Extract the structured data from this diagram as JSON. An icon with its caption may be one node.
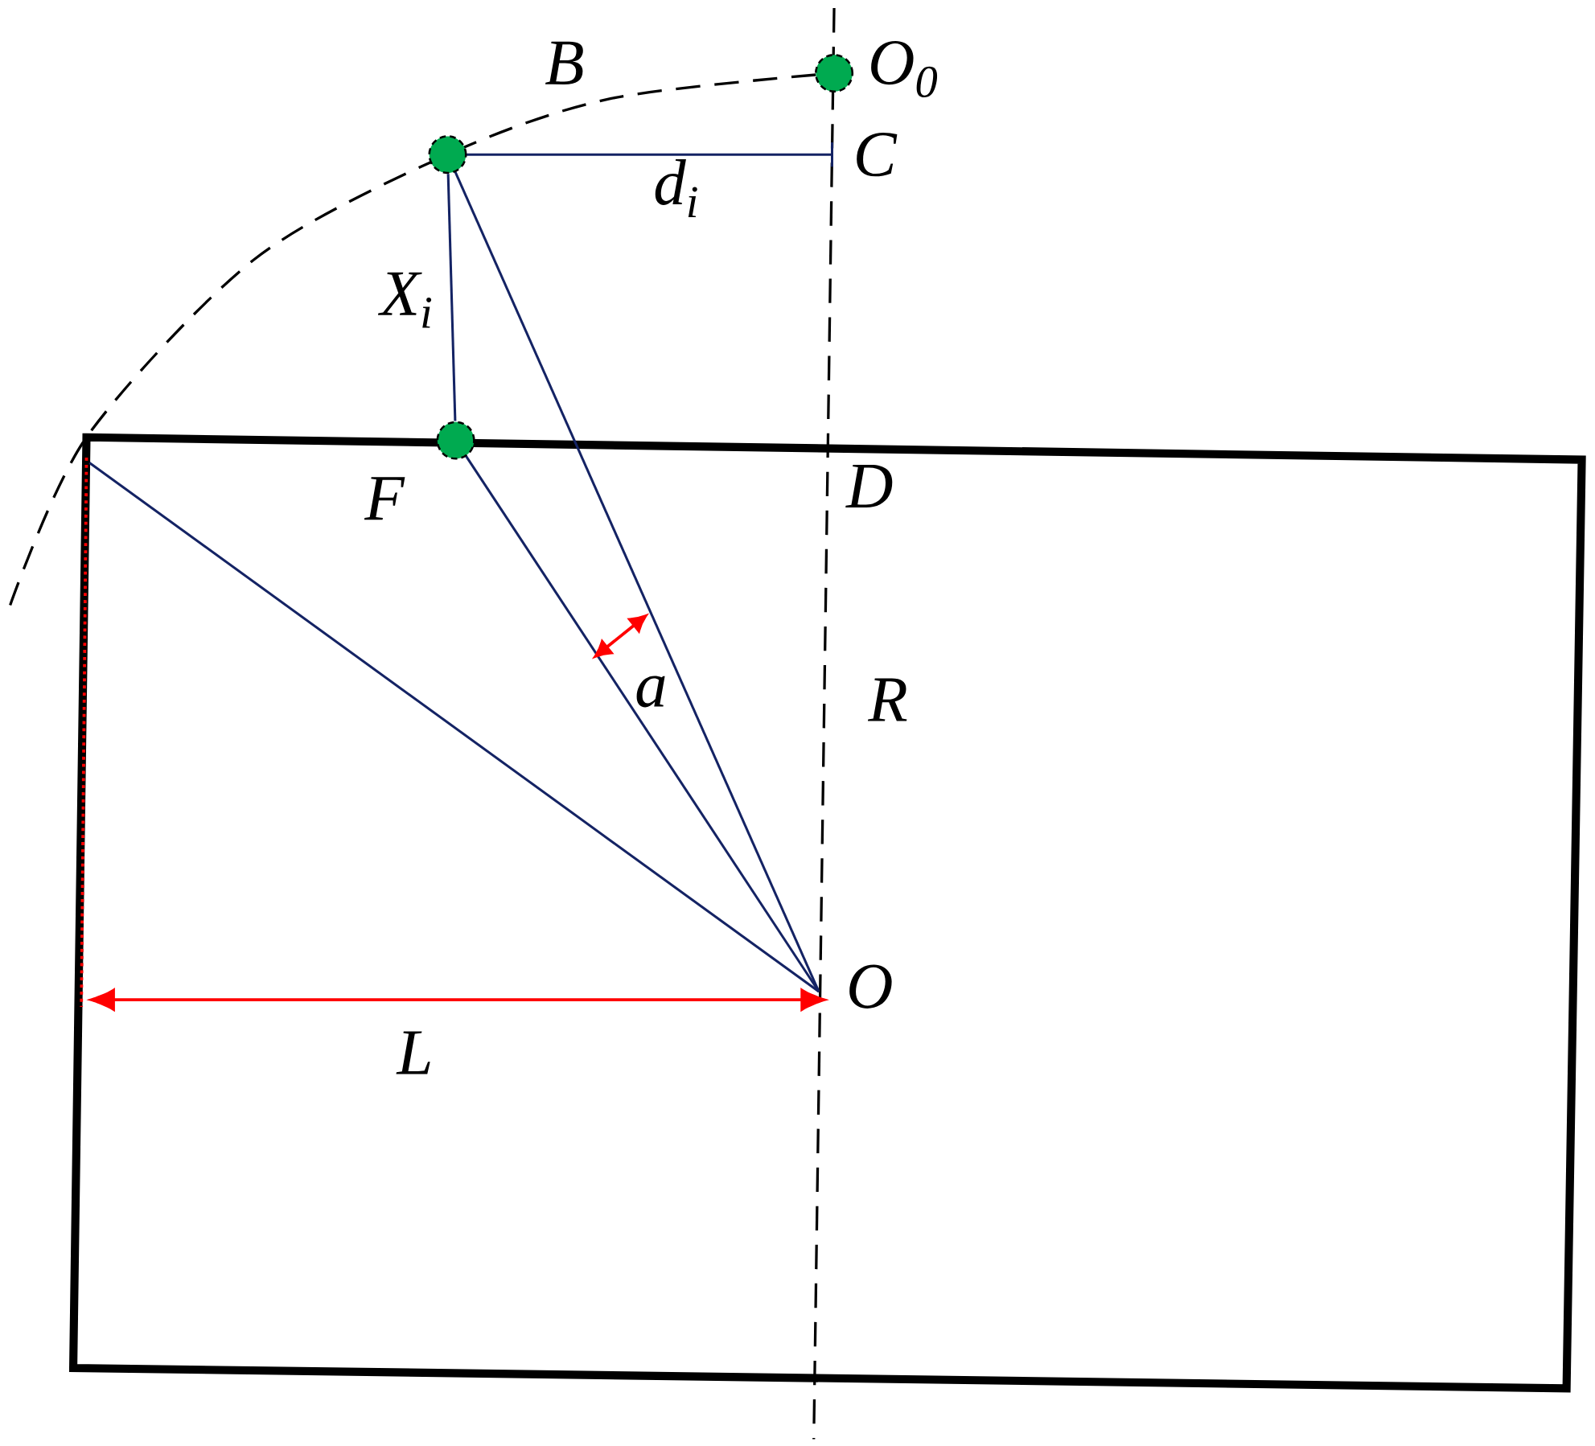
{
  "diagram": {
    "nodes": [
      {
        "text": [],
        "shape": "circle"
      },
      {
        "text": [],
        "shape": "circle"
      },
      {
        "text": [],
        "shape": "circle"
      }
    ],
    "edges": [
      {
        "from": 1,
        "to": 2,
        "arrow": "none"
      }
    ],
    "labels": [
      "B",
      "O$_{0}$",
      "C",
      "d$_{i}$",
      "X$_{i}$",
      "F",
      "D",
      "a",
      "R",
      "O",
      "L"
    ]
  }
}
